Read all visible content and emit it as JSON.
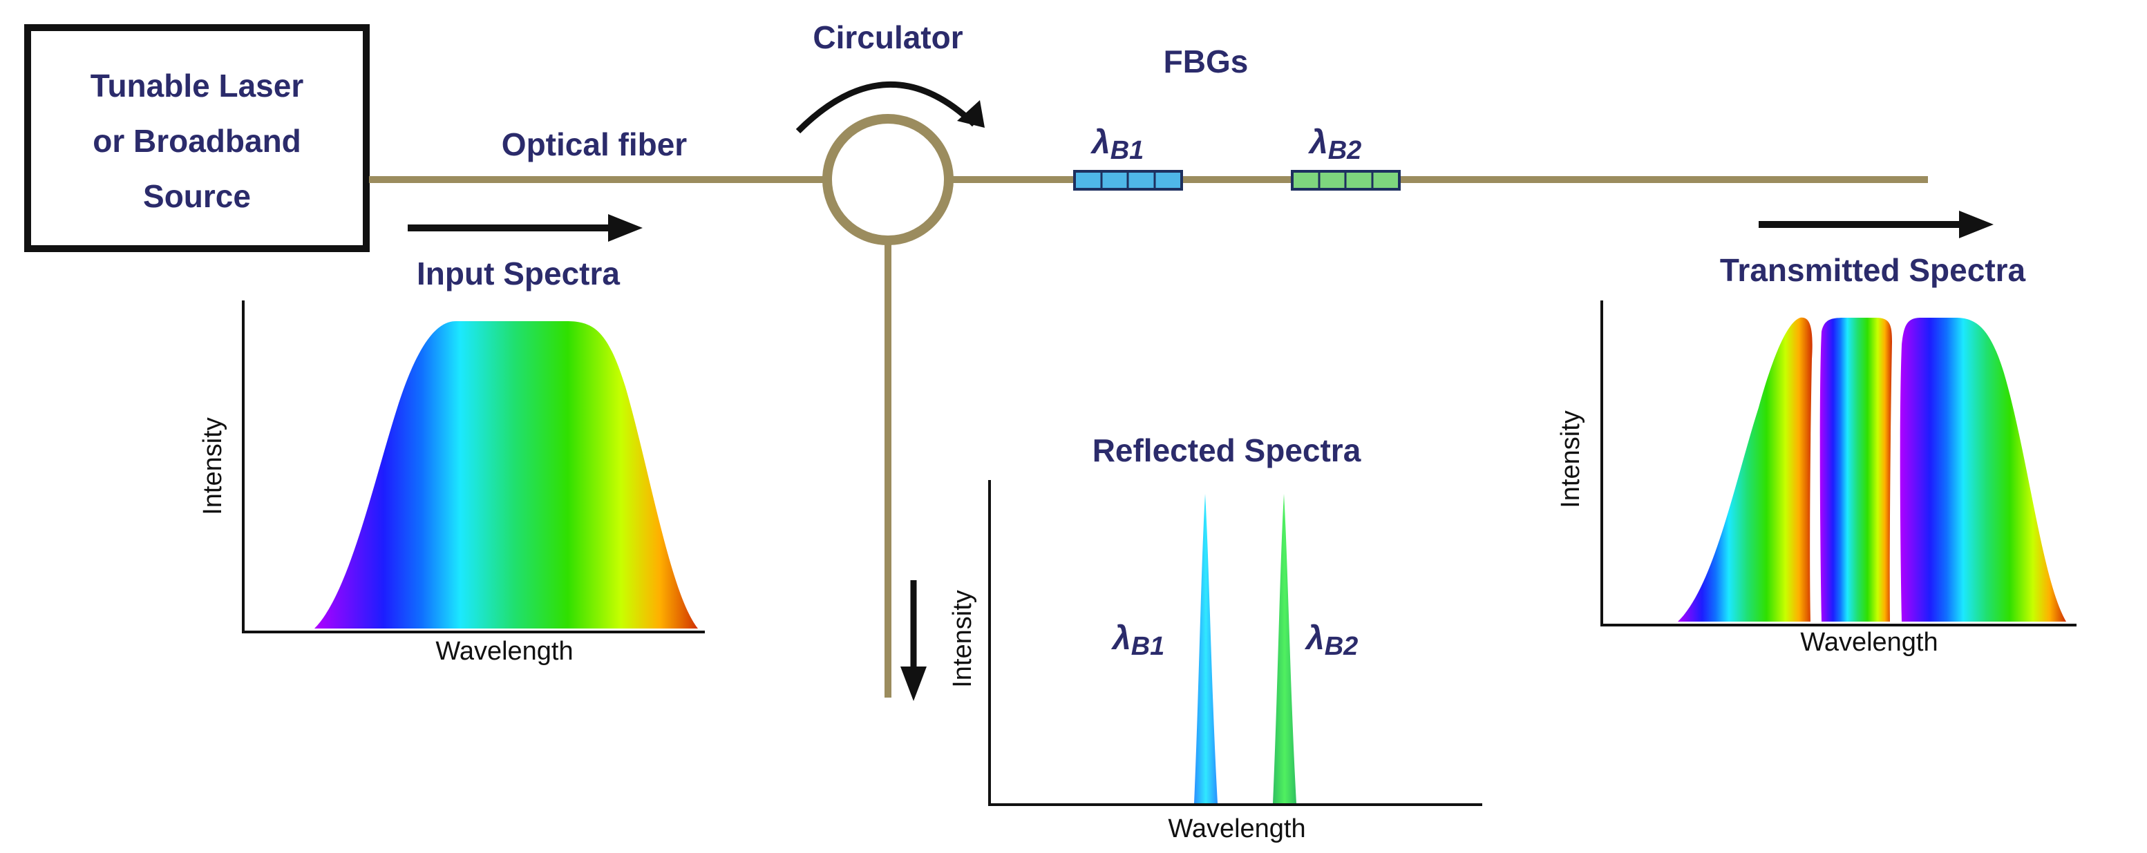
{
  "source": {
    "line1": "Tunable Laser",
    "line2": "or Broadband",
    "line3": "Source"
  },
  "labels": {
    "optical_fiber": "Optical fiber",
    "circulator": "Circulator",
    "fbgs": "FBGs",
    "input_spectra": "Input Spectra",
    "reflected_spectra": "Reflected Spectra",
    "transmitted_spectra": "Transmitted Spectra"
  },
  "gratings": [
    {
      "symbol": "λ",
      "subscript": "B1",
      "color": "#4fb7e8"
    },
    {
      "symbol": "λ",
      "subscript": "B2",
      "color": "#7ed67e"
    }
  ],
  "axes": {
    "intensity": "Intensity",
    "wavelength": "Wavelength"
  },
  "colors": {
    "fiber": "#9b8c5e",
    "text": "#2b2b6b"
  }
}
